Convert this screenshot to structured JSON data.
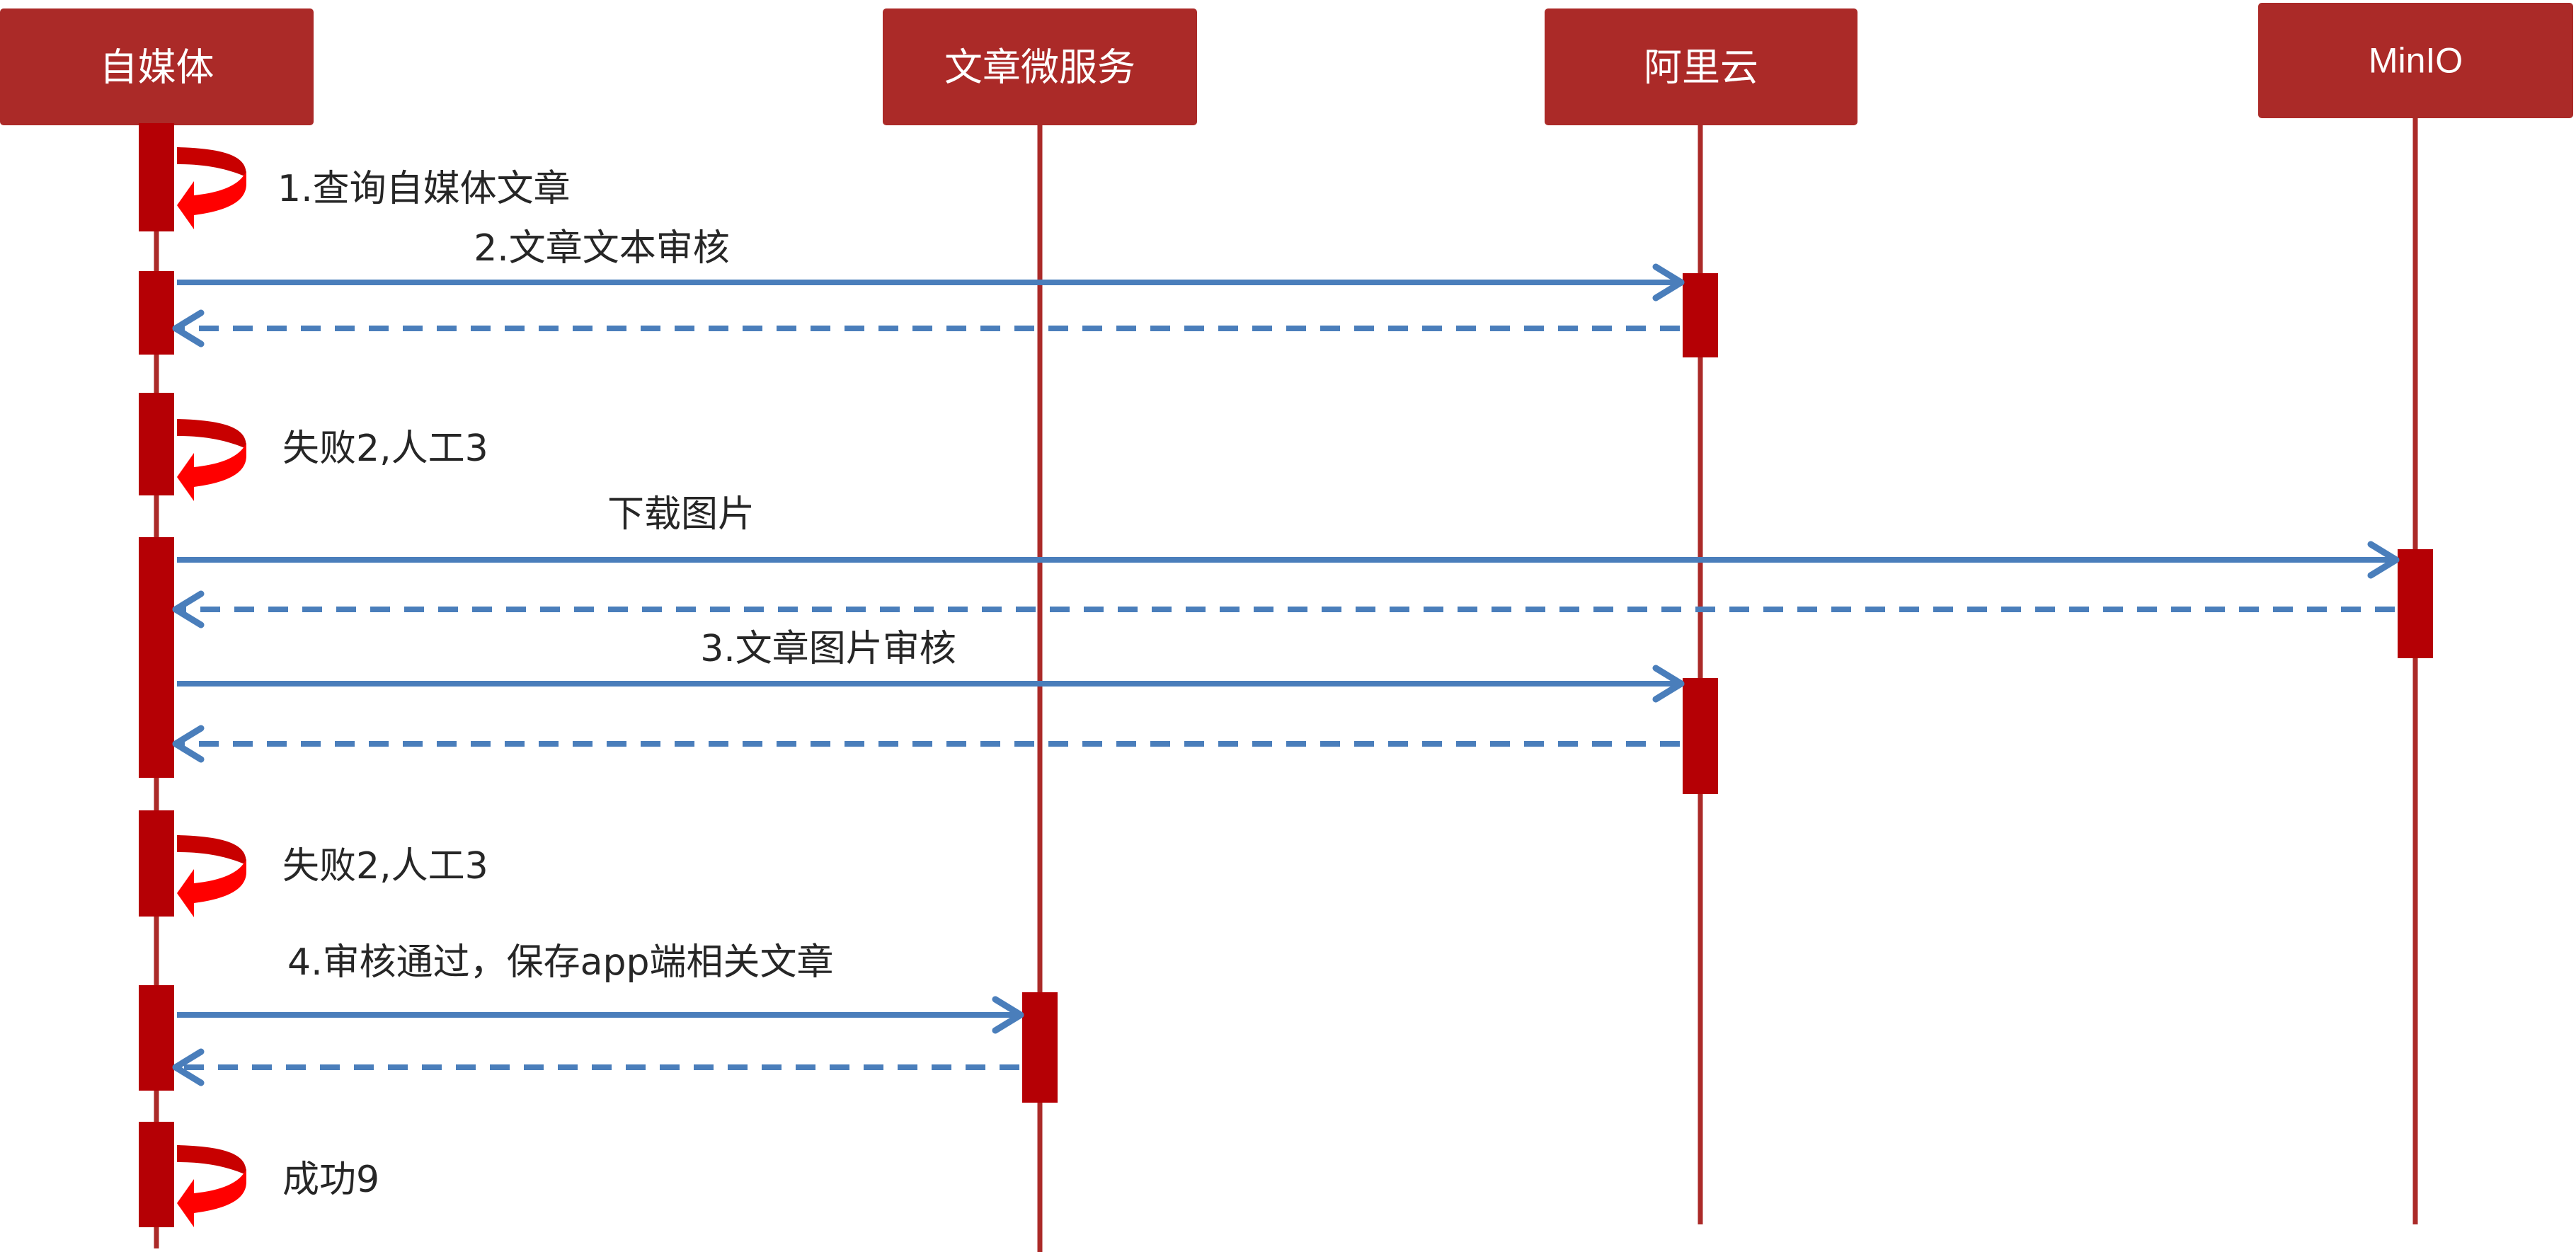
{
  "diagram": {
    "type": "sequence",
    "colors": {
      "participant_fill": "#ab2a28",
      "lifeline": "#ab2a28",
      "activation": "#b50005",
      "message": "#4a7ebb",
      "self_call_top": "#c80000",
      "self_call_bottom": "#ff0000",
      "text": "#262626",
      "header_text": "#ffffff"
    },
    "participants": [
      {
        "id": "media",
        "label": "自媒体"
      },
      {
        "id": "article",
        "label": "文章微服务"
      },
      {
        "id": "aliyun",
        "label": "阿里云"
      },
      {
        "id": "minio",
        "label": "MinIO"
      }
    ],
    "messages": [
      {
        "kind": "self",
        "from": "media",
        "label": "1.查询自媒体文章"
      },
      {
        "kind": "call",
        "from": "media",
        "to": "aliyun",
        "label": "2.文章文本审核"
      },
      {
        "kind": "return",
        "from": "aliyun",
        "to": "media",
        "label": ""
      },
      {
        "kind": "self",
        "from": "media",
        "label": "失败2,人工3"
      },
      {
        "kind": "call",
        "from": "media",
        "to": "minio",
        "label": "下载图片"
      },
      {
        "kind": "return",
        "from": "minio",
        "to": "media",
        "label": ""
      },
      {
        "kind": "call",
        "from": "media",
        "to": "aliyun",
        "label": "3.文章图片审核"
      },
      {
        "kind": "return",
        "from": "aliyun",
        "to": "media",
        "label": ""
      },
      {
        "kind": "self",
        "from": "media",
        "label": "失败2,人工3"
      },
      {
        "kind": "call",
        "from": "media",
        "to": "article",
        "label": "4.审核通过，保存app端相关文章"
      },
      {
        "kind": "return",
        "from": "article",
        "to": "media",
        "label": ""
      },
      {
        "kind": "self",
        "from": "media",
        "label": "成功9"
      }
    ]
  }
}
